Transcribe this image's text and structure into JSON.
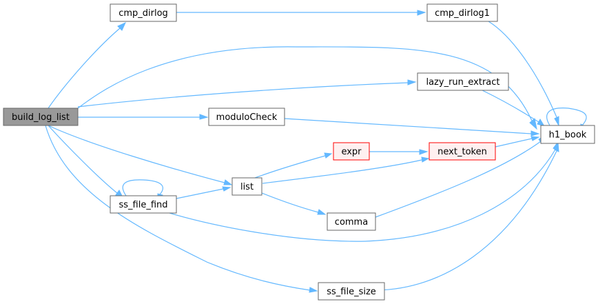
{
  "colors": {
    "edge": "#63b8ff",
    "node_fill": "#ffffff",
    "node_border": "#666666",
    "focus_fill": "#999999",
    "truncated_border": "#ff0000",
    "truncated_fill": "#fff0f0"
  },
  "nodes": [
    {
      "id": "build_log_list",
      "label": "build_log_list",
      "style": "focus"
    },
    {
      "id": "cmp_dirlog",
      "label": "cmp_dirlog",
      "style": "normal"
    },
    {
      "id": "cmp_dirlog1",
      "label": "cmp_dirlog1",
      "style": "normal"
    },
    {
      "id": "lazy_run_extract",
      "label": "lazy_run_extract",
      "style": "normal"
    },
    {
      "id": "moduloCheck",
      "label": "moduloCheck",
      "style": "normal"
    },
    {
      "id": "h1_book",
      "label": "h1_book",
      "style": "normal"
    },
    {
      "id": "expr",
      "label": "expr",
      "style": "truncated"
    },
    {
      "id": "next_token",
      "label": "next_token",
      "style": "truncated"
    },
    {
      "id": "list",
      "label": "list",
      "style": "normal"
    },
    {
      "id": "ss_file_find",
      "label": "ss_file_find",
      "style": "normal"
    },
    {
      "id": "comma",
      "label": "comma",
      "style": "normal"
    },
    {
      "id": "ss_file_size",
      "label": "ss_file_size",
      "style": "normal"
    }
  ],
  "edges": [
    {
      "from": "build_log_list",
      "to": "cmp_dirlog"
    },
    {
      "from": "build_log_list",
      "to": "h1_book"
    },
    {
      "from": "build_log_list",
      "to": "lazy_run_extract"
    },
    {
      "from": "build_log_list",
      "to": "moduloCheck"
    },
    {
      "from": "build_log_list",
      "to": "list"
    },
    {
      "from": "build_log_list",
      "to": "ss_file_find"
    },
    {
      "from": "build_log_list",
      "to": "ss_file_size"
    },
    {
      "from": "cmp_dirlog",
      "to": "cmp_dirlog1"
    },
    {
      "from": "cmp_dirlog1",
      "to": "h1_book"
    },
    {
      "from": "lazy_run_extract",
      "to": "h1_book"
    },
    {
      "from": "moduloCheck",
      "to": "h1_book"
    },
    {
      "from": "h1_book",
      "to": "h1_book"
    },
    {
      "from": "list",
      "to": "expr"
    },
    {
      "from": "list",
      "to": "next_token"
    },
    {
      "from": "list",
      "to": "comma"
    },
    {
      "from": "expr",
      "to": "next_token"
    },
    {
      "from": "next_token",
      "to": "h1_book"
    },
    {
      "from": "comma",
      "to": "h1_book"
    },
    {
      "from": "ss_file_find",
      "to": "list"
    },
    {
      "from": "ss_file_find",
      "to": "ss_file_find"
    },
    {
      "from": "ss_file_find",
      "to": "h1_book"
    },
    {
      "from": "ss_file_size",
      "to": "h1_book"
    }
  ]
}
